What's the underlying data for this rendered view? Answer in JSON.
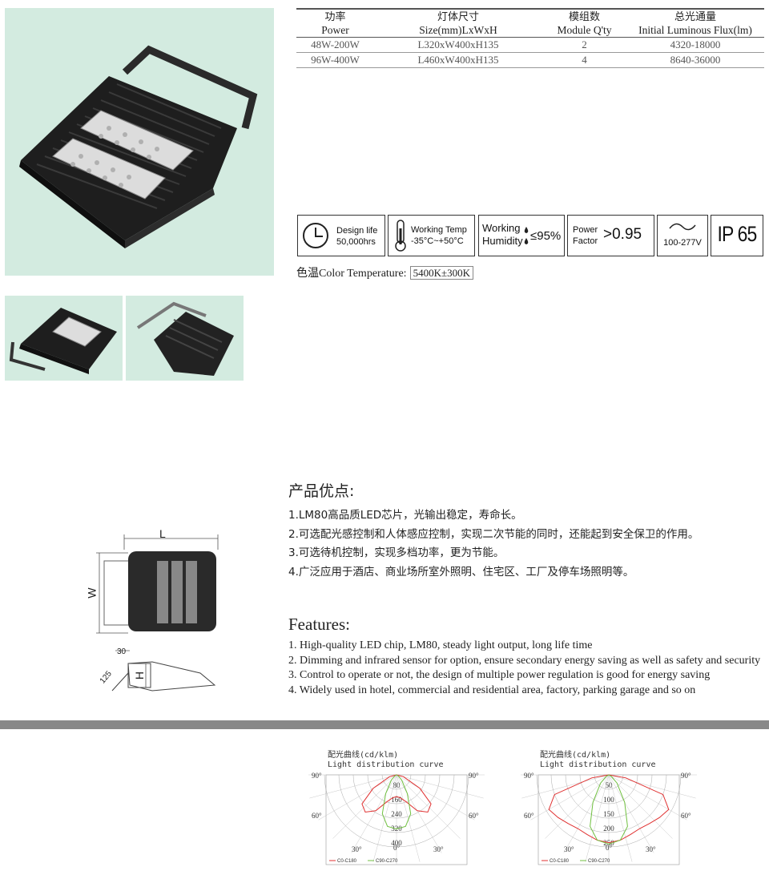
{
  "spec_table": {
    "headers": [
      {
        "cn": "功率",
        "en": "Power"
      },
      {
        "cn": "灯体尺寸",
        "en": "Size(mm)LxWxH"
      },
      {
        "cn": "模组数",
        "en": "Module Q'ty"
      },
      {
        "cn": "总光通量",
        "en": "Initial Luminous Flux(lm)"
      }
    ],
    "rows": [
      [
        "48W-200W",
        "L320xW400xH135",
        "2",
        "4320-18000"
      ],
      [
        "96W-400W",
        "L460xW400xH135",
        "4",
        "8640-36000"
      ]
    ]
  },
  "badges": {
    "design_life": {
      "line1": "Design life",
      "line2": "50,000hrs",
      "icon": "clock-icon"
    },
    "working_temp": {
      "line1": "Working Temp",
      "line2": "-35°C~+50°C",
      "icon": "thermometer-icon"
    },
    "humidity": {
      "line1": "Working",
      "line2": "Humidity",
      "value": "≤95%",
      "icon": "droplet-icon"
    },
    "power_factor": {
      "line1": "Power",
      "line2": "Factor",
      "value": ">0.95"
    },
    "voltage": {
      "value": "100-277V",
      "icon": "ac-wave-icon"
    },
    "ip": {
      "value": "IP 65"
    }
  },
  "color_temperature": {
    "label": "色温Color Temperature:",
    "value": "5400K±300K"
  },
  "dimensions": {
    "length": "L",
    "width": "W",
    "height": "H",
    "bracket_width": "30",
    "angle": "125"
  },
  "advantages": {
    "title": "产品优点:",
    "items": [
      "1.LM80高品质LED芯片，光输出稳定，寿命长。",
      "2.可选配光感控制和人体感应控制，实现二次节能的同时，还能起到安全保卫的作用。",
      "3.可选待机控制，实现多档功率，更为节能。",
      "4.广泛应用于酒店、商业场所室外照明、住宅区、工厂及停车场照明等。"
    ]
  },
  "features": {
    "title": "Features:",
    "items": [
      "1. High-quality LED chip, LM80, steady light output, long life time",
      "2. Dimming and infrared sensor for option, ensure secondary energy saving as well as safety and security",
      "3. Control to operate or not, the design of multiple power regulation is good for energy saving",
      "4. Widely used in hotel, commercial and residential area, factory, parking garage and so on"
    ]
  },
  "chart_data": [
    {
      "type": "polar",
      "title": "配光曲线(cd/klm)",
      "subtitle": "Light distribution curve",
      "radial_ticks": [
        80,
        160,
        240,
        320,
        400
      ],
      "angle_labels": {
        "left_top": "90°",
        "right_top": "90°",
        "left_mid": "60°",
        "right_mid": "60°",
        "bottom_left": "30°",
        "bottom_center": "0°",
        "bottom_right": "30°"
      },
      "series": [
        {
          "name": "C0-C180",
          "color": "#e03030",
          "angles": [
            -90,
            -75,
            -60,
            -50,
            -40,
            -30,
            -20,
            -10,
            0,
            10,
            20,
            30,
            40,
            50,
            60,
            75,
            90
          ],
          "values": [
            0,
            40,
            150,
            250,
            270,
            230,
            160,
            130,
            120,
            130,
            160,
            230,
            270,
            250,
            150,
            40,
            0
          ]
        },
        {
          "name": "C90-C270",
          "color": "#70c040",
          "angles": [
            -90,
            -60,
            -45,
            -30,
            -20,
            -10,
            0,
            10,
            20,
            30,
            45,
            60,
            90
          ],
          "values": [
            0,
            10,
            40,
            120,
            230,
            290,
            300,
            290,
            230,
            120,
            40,
            10,
            0
          ]
        }
      ]
    },
    {
      "type": "polar",
      "title": "配光曲线(cd/klm)",
      "subtitle": "Light distribution curve",
      "radial_ticks": [
        50,
        100,
        150,
        200,
        250
      ],
      "angle_labels": {
        "left_top": "90°",
        "right_top": "90°",
        "left_mid": "60°",
        "right_mid": "60°",
        "bottom_left": "30°",
        "bottom_center": "0°",
        "bottom_right": "30°"
      },
      "series": [
        {
          "name": "C0-C180",
          "color": "#e03030",
          "angles": [
            -90,
            -80,
            -70,
            -60,
            -50,
            -40,
            -30,
            -20,
            -10,
            0,
            10,
            20,
            30,
            40,
            50,
            60,
            70,
            80,
            90
          ],
          "values": [
            0,
            60,
            200,
            240,
            230,
            220,
            215,
            220,
            230,
            235,
            230,
            220,
            215,
            220,
            230,
            240,
            200,
            60,
            0
          ]
        },
        {
          "name": "C90-C270",
          "color": "#70c040",
          "angles": [
            -90,
            -60,
            -45,
            -30,
            -20,
            -10,
            0,
            10,
            20,
            30,
            45,
            60,
            90
          ],
          "values": [
            0,
            10,
            40,
            110,
            190,
            230,
            240,
            230,
            190,
            110,
            40,
            10,
            0
          ]
        }
      ]
    }
  ]
}
